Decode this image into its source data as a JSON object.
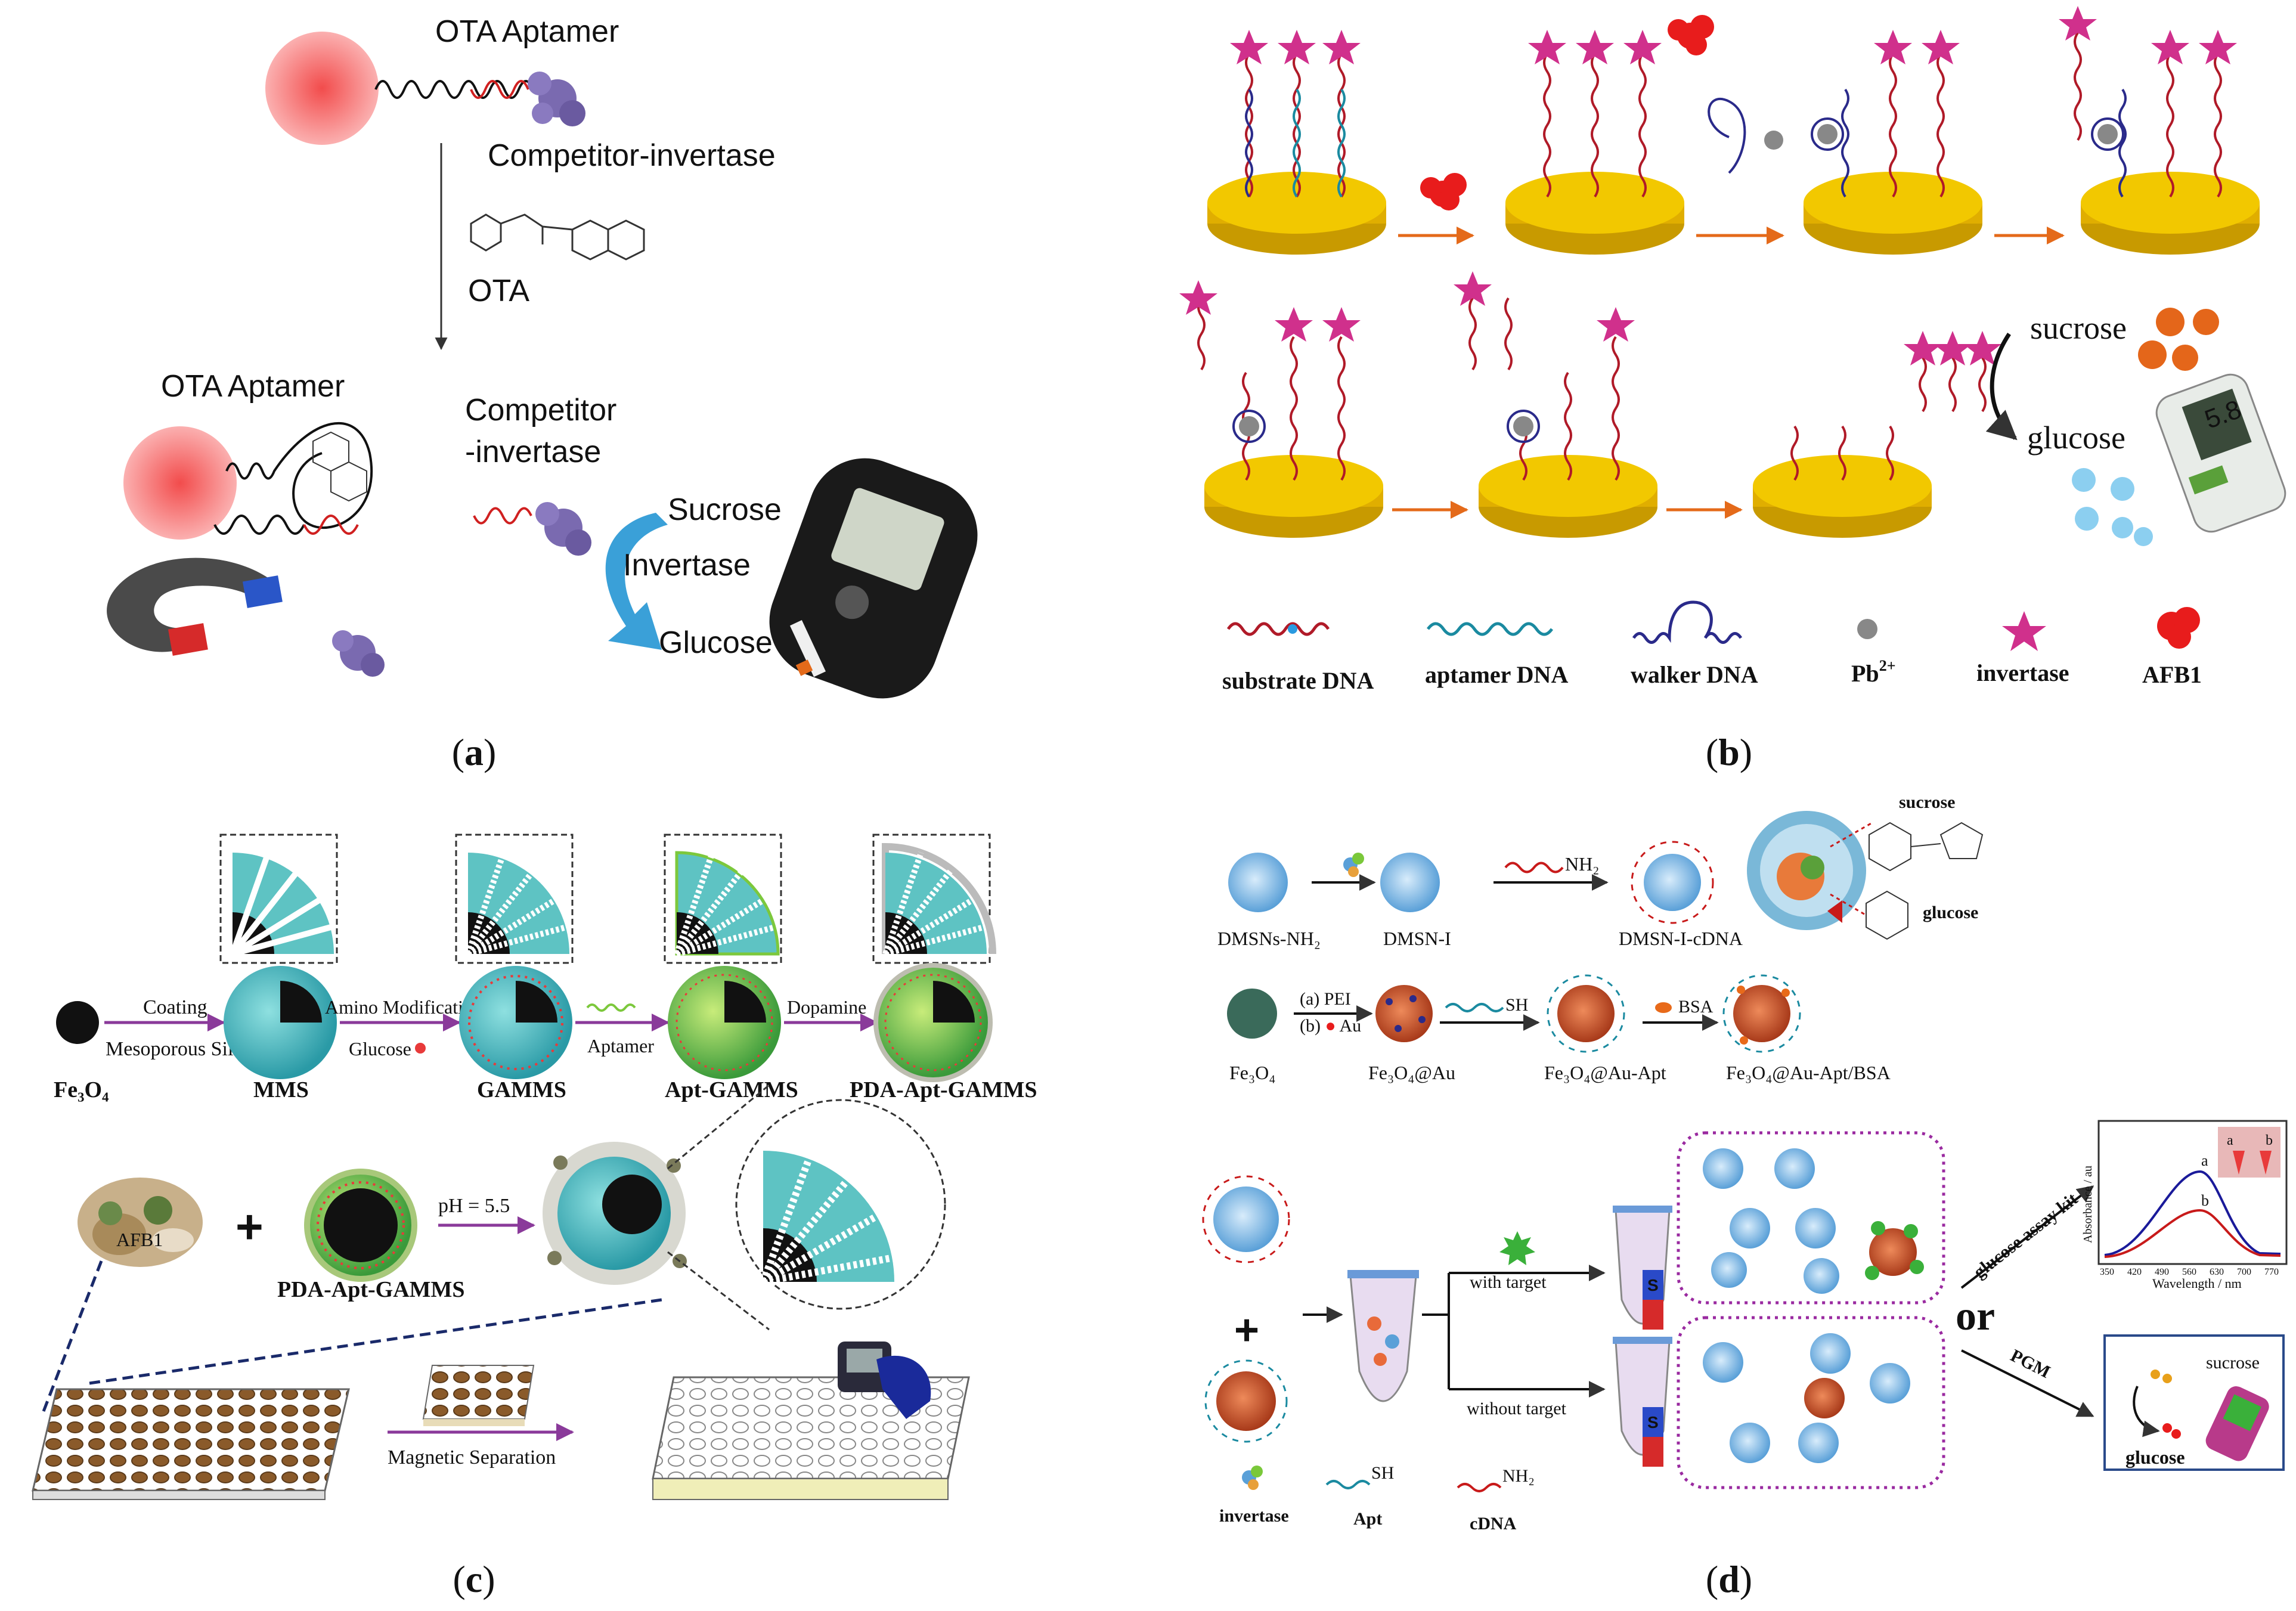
{
  "panel_a": {
    "caption": "a",
    "ota_aptamer_top": "OTA Aptamer",
    "competitor_invertase_top": "Competitor-invertase",
    "ota": "OTA",
    "ota_aptamer_bottom": "OTA Aptamer",
    "competitor_line1": "Competitor",
    "competitor_line2": "-invertase",
    "sucrose": "Sucrose",
    "invertase": "Invertase",
    "glucose": "Glucose",
    "meter_screen": "",
    "colors": {
      "bead": "#f58b8b",
      "arrow": "#3aa0d8",
      "magnet_red": "#d62a2a",
      "magnet_blue": "#2a56c8"
    }
  },
  "panel_b": {
    "caption": "b",
    "sucrose": "sucrose",
    "glucose": "glucose",
    "meter_value": "5.8",
    "legend": [
      {
        "label": "substrate DNA",
        "icon": "substrate-dna-icon"
      },
      {
        "label": "aptamer DNA",
        "icon": "aptamer-dna-icon"
      },
      {
        "label": "walker DNA",
        "icon": "walker-dna-icon"
      },
      {
        "label": "Pb",
        "sup": "2+",
        "icon": "lead-ion-icon"
      },
      {
        "label": "invertase",
        "icon": "invertase-star-icon"
      },
      {
        "label": "AFB1",
        "icon": "afb1-icon"
      }
    ],
    "colors": {
      "electrode": "#f2c200",
      "substrate": "#b01a28",
      "aptamer": "#1a8aa0",
      "walker": "#2a2a8a",
      "star": "#d0308c",
      "arrow": "#e46a1a"
    }
  },
  "panel_c": {
    "caption": "c",
    "fe3o4": "Fe₃O₄",
    "mms": "MMS",
    "gamms": "GAMMS",
    "apt_gamms": "Apt-GAMMS",
    "pda_apt_gamms": "PDA-Apt-GAMMS",
    "coating": "Coating",
    "mesoporous_silica": "Mesoporous Silica",
    "amino_modification": "Amino Modification",
    "glucose": "Glucose",
    "aptamer": "Aptamer",
    "dopamine": "Dopamine",
    "afb1": "AFB1",
    "pda_apt_gamms_2": "PDA-Apt-GAMMS",
    "ph": "pH = 5.5",
    "magnetic_separation": "Magnetic Separation",
    "colors": {
      "silica": "#5ec3c3",
      "apt": "#7cc83c",
      "arrow": "#8a3a9a",
      "label": "#2a3a7a"
    }
  },
  "panel_d": {
    "caption": "d",
    "dmsns_nh2": "DMSNs-NH₂",
    "dmsn_i": "DMSN-I",
    "nh2_a": "NH₂",
    "dmsn_i_cdna": "DMSN-I-cDNA",
    "sucrose_top": "sucrose",
    "glucose_top": "glucose",
    "fe3o4": "Fe₃O₄",
    "a_pei": "(a) PEI",
    "b_au": "(b)",
    "au": "Au",
    "sh": "SH",
    "bsa": "BSA",
    "fe3o4_au": "Fe₃O₄@Au",
    "fe3o4_au_apt": "Fe₃O₄@Au-Apt",
    "fe3o4_au_apt_bsa": "Fe₃O₄@Au-Apt/BSA",
    "with_target": "with target",
    "without_target": "without target",
    "or": "or",
    "glucose_assay_kit": "glucose assay kit",
    "pgm": "PGM",
    "sucrose_bottom": "sucrose",
    "glucose_bottom": "glucose",
    "invertase": "invertase",
    "apt": "Apt",
    "cdna": "cDNA",
    "sh_legend": "SH",
    "nh2_legend": "NH₂",
    "s_label": "S",
    "inset_a": "a",
    "inset_b": "b",
    "chart": {
      "ylabel": "Absorbance / au",
      "xlabel": "Wavelength / nm",
      "xticks": [
        "350",
        "420",
        "490",
        "560",
        "630",
        "700",
        "770"
      ],
      "curve_a": "a",
      "curve_b": "b"
    },
    "colors": {
      "particle": "#5aa0d8",
      "core": "#c84a2a",
      "dotted": "#9a2aa0",
      "or": "#c81a1a",
      "glucose": "#c81ab0"
    }
  }
}
